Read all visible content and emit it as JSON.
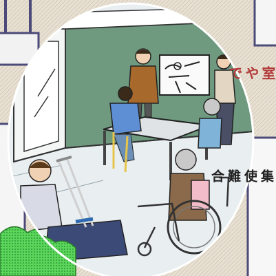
{
  "side_text": {
    "red_col_1": "室",
    "red_col_2": "や",
    "red_col_3": "で",
    "black_col_1": "集",
    "black_col_2": "使",
    "black_col_3": "難",
    "black_col_4": "合"
  },
  "colors": {
    "wall_green": "#6f9a80",
    "floor": "#e9eef1",
    "frame_purple": "#4b4a78",
    "title_red": "#b23a3a",
    "outer_bg": "#ede6d9",
    "grass_green": "#5bd65b"
  }
}
